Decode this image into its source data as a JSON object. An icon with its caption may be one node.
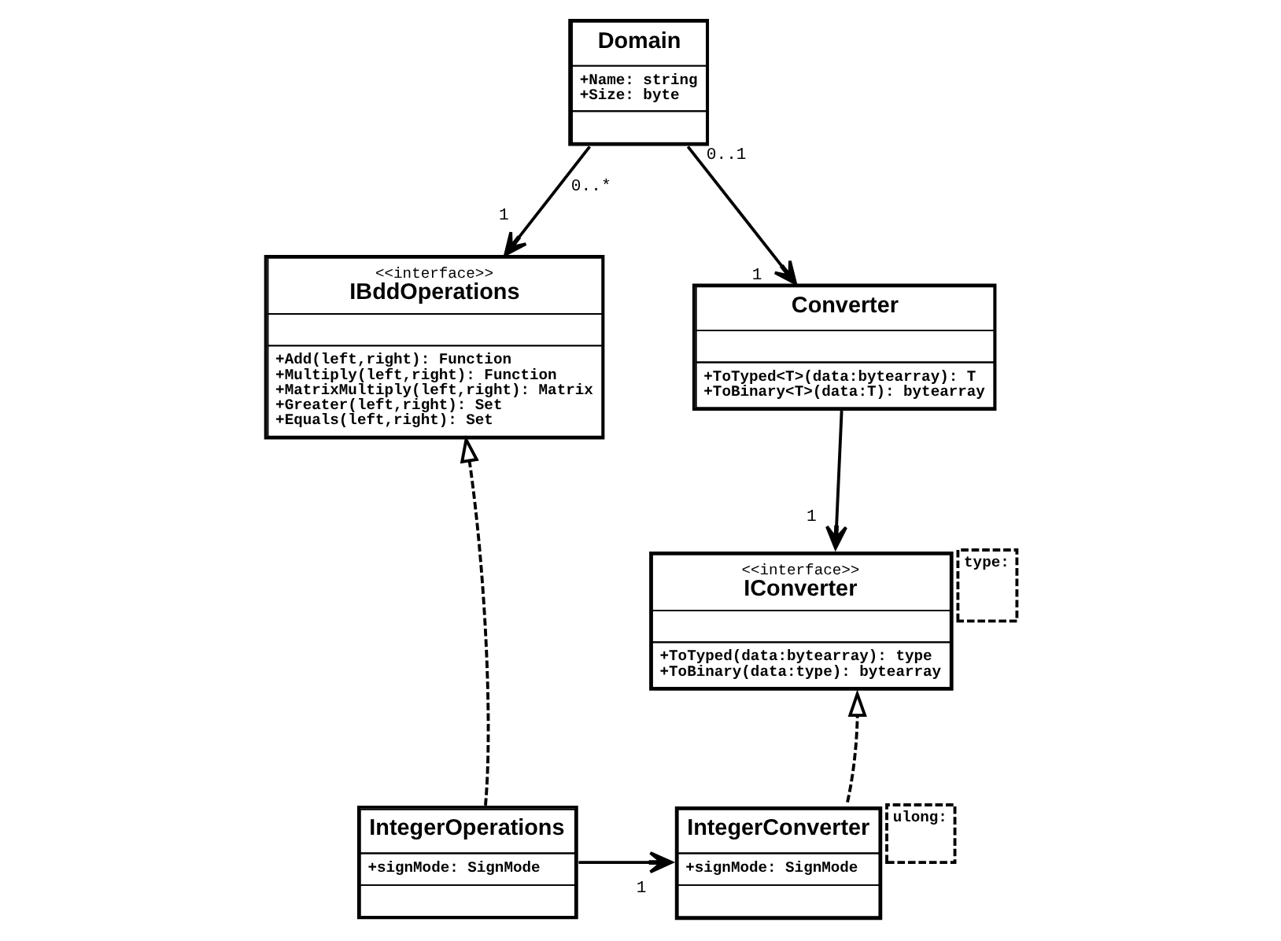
{
  "diagram": {
    "nodes": [
      {
        "text": [
          "Domain",
          "+Name: string",
          "+Size: byte"
        ]
      },
      {
        "text": [
          "Converter",
          "+ToTyped<T>(data:bytearray): T",
          "+ToBinary<T>(data:T): bytearray"
        ]
      },
      {
        "text": [
          "<<interface>>",
          "IBddOperations",
          "+Add(left,right): Function",
          "+Multiply(left,right): Function",
          "+MatrixMultiply(left,right): Matrix",
          "+Greater(left,right): Set",
          "+Equals(left,right): Set"
        ]
      },
      {
        "text": [
          "<<interface>>",
          "IConverter",
          "+ToTyped(data:bytearray): type",
          "+ToBinary(data:type): bytearray"
        ],
        "beside": [
          "type:"
        ]
      },
      {
        "text": [
          "IntegerOperations",
          "+signMode: SignMode"
        ]
      },
      {
        "text": [
          "IntegerConverter",
          "+signMode: SignMode"
        ],
        "beside": [
          "ulong:"
        ]
      }
    ],
    "edges": [
      {
        "from": 0,
        "to": 2,
        "arrow": "to"
      },
      {
        "from": 0,
        "to": 1,
        "arrow": "to"
      },
      {
        "from": 1,
        "to": 3,
        "arrow": "to"
      },
      {
        "from": 4,
        "to": 2,
        "arrow": "to",
        "style": "dashed"
      },
      {
        "from": 5,
        "to": 3,
        "arrow": "to",
        "style": "dashed"
      },
      {
        "from": 4,
        "to": 5,
        "arrow": "to"
      }
    ],
    "labels": [
      "0..*",
      "0..1",
      "1",
      "1",
      "1",
      "1"
    ]
  }
}
